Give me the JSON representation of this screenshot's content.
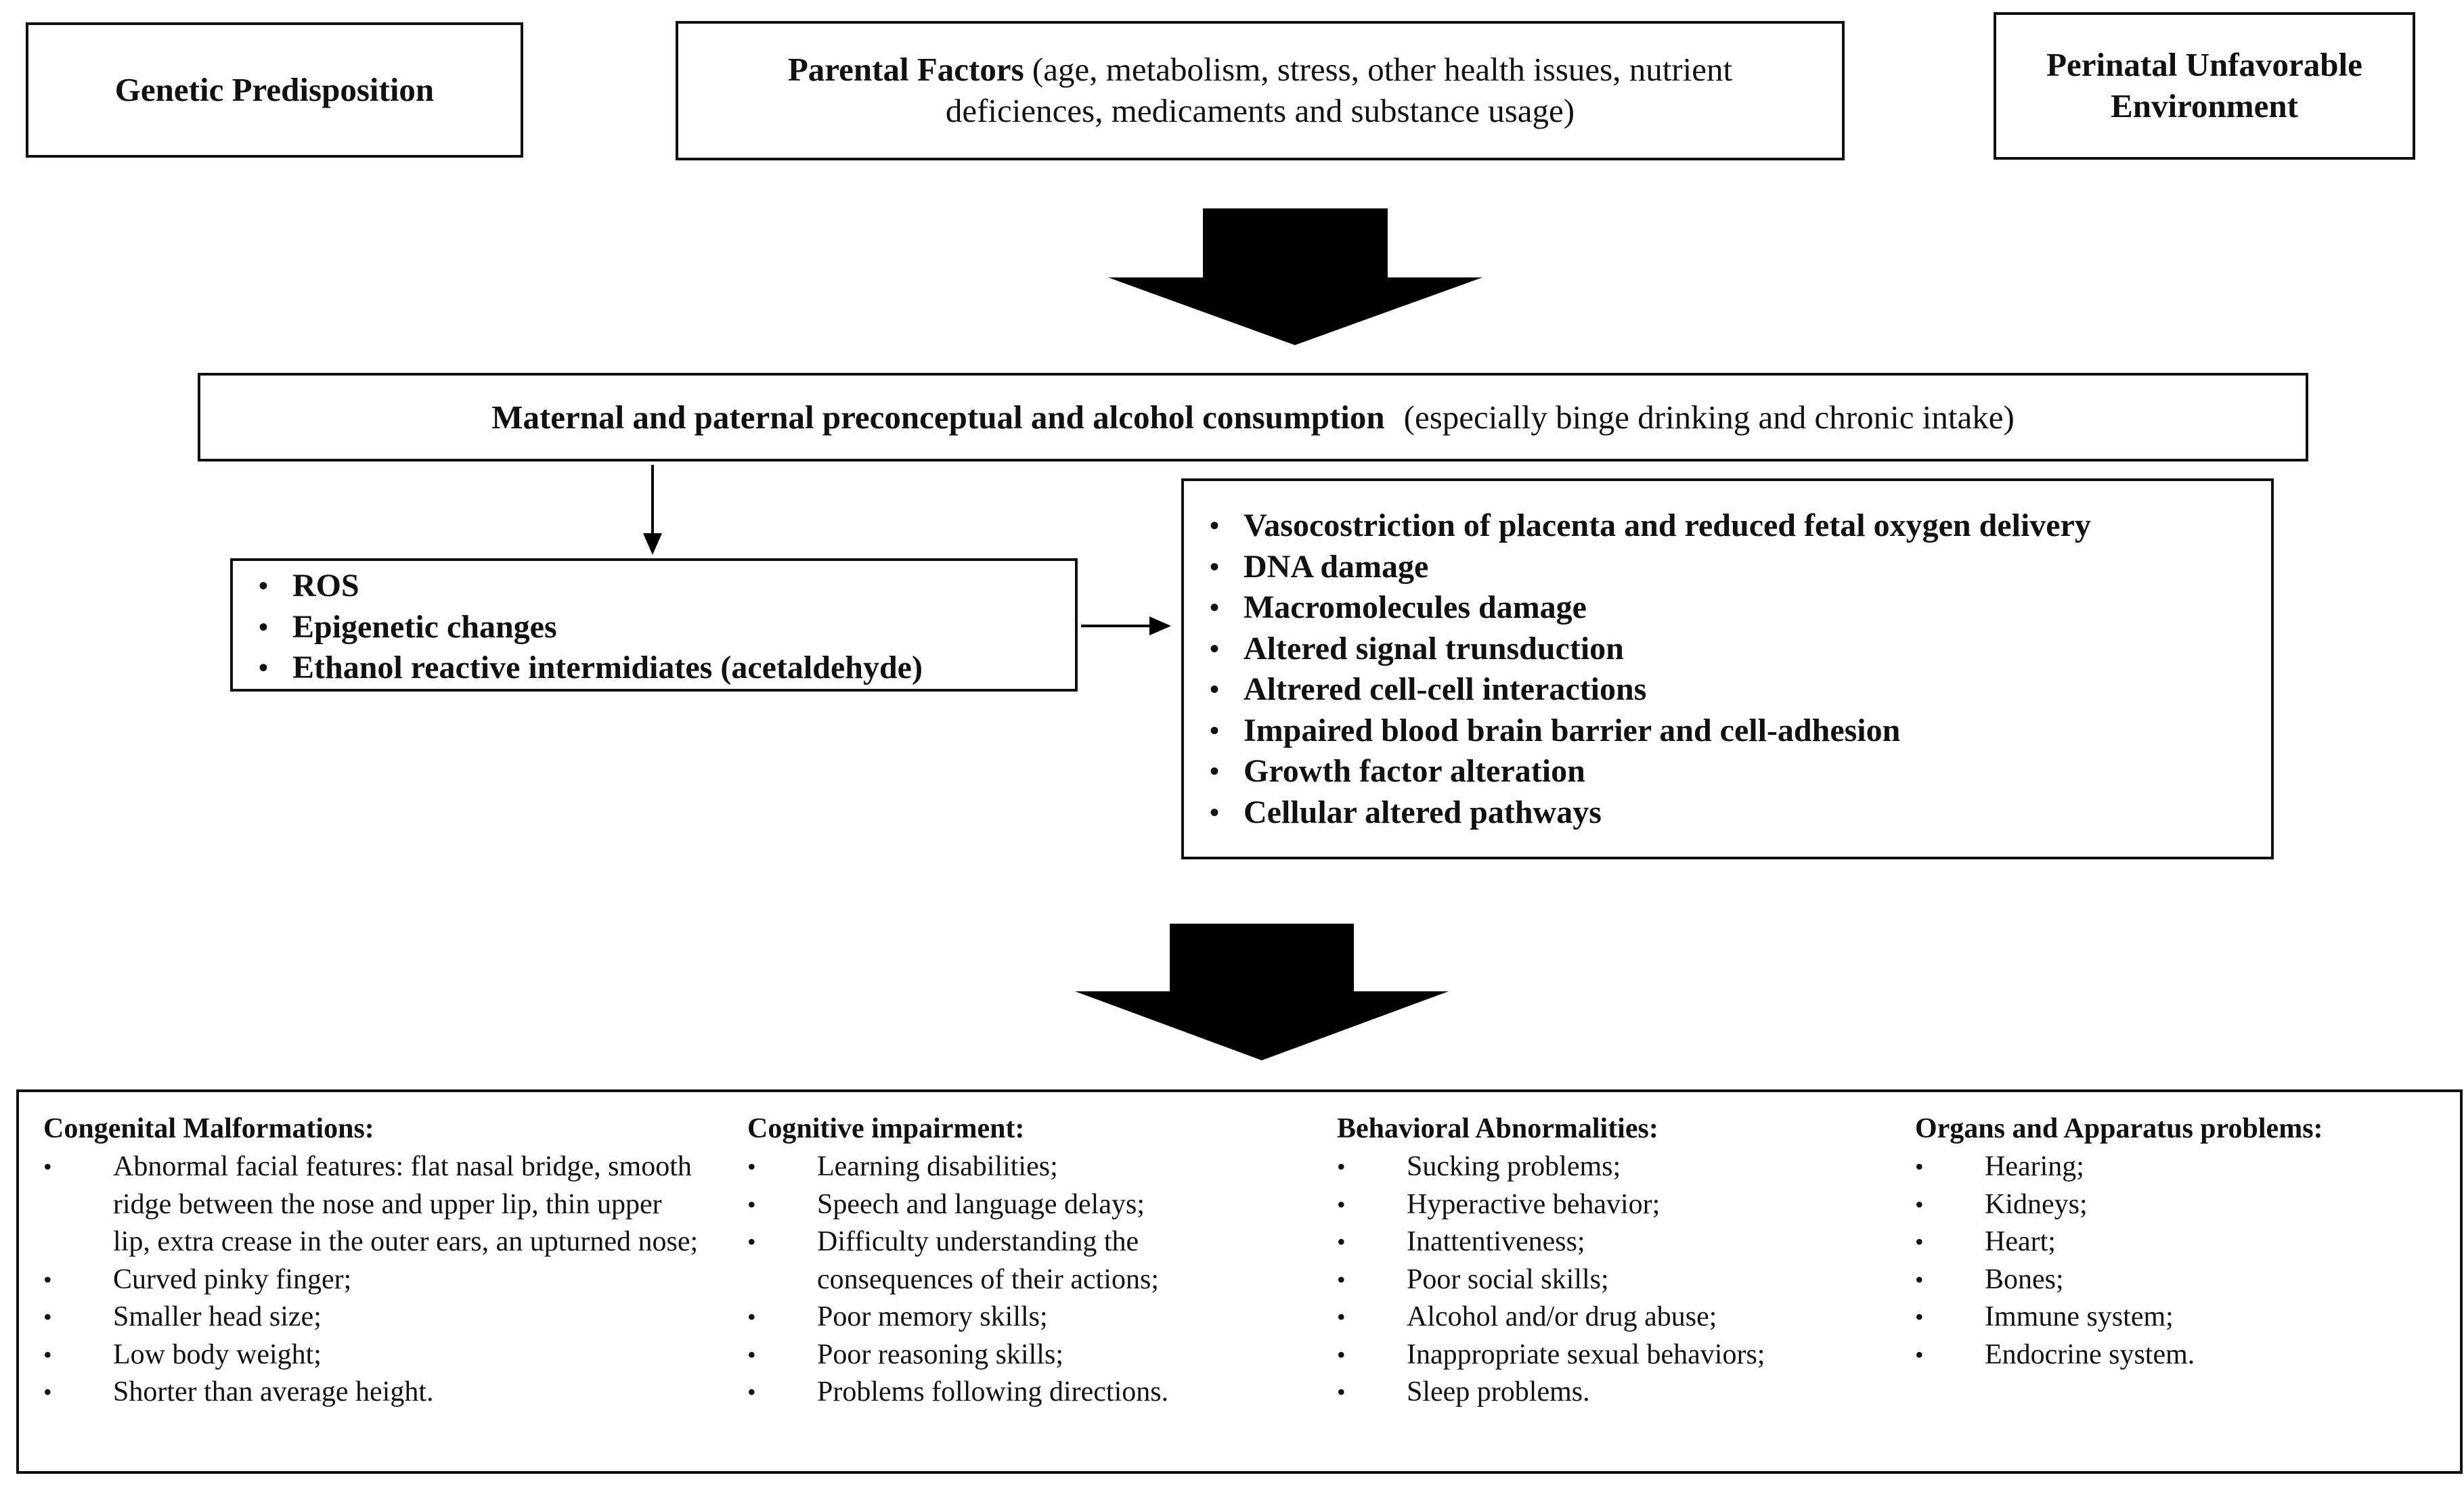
{
  "top_factors": {
    "genetic": "Genetic Predisposition",
    "parental_title": "Parental Factors",
    "parental_detail": "(age, metabolism, stress, other health issues, nutrient deficiences, medicaments and substance usage)",
    "perinatal": "Perinatal Unfavorable Environment"
  },
  "consumption": {
    "title": "Maternal and paternal preconceptual and alcohol consumption",
    "detail": "(especially binge drinking and chronic intake)"
  },
  "primary_effects": [
    "ROS",
    "Epigenetic changes",
    "Ethanol reactive intermidiates (acetaldehyde)"
  ],
  "secondary_effects": [
    "Vasocostriction of placenta and reduced fetal oxygen delivery",
    "DNA damage",
    "Macromolecules damage",
    "Altered signal trunsduction",
    "Altrered cell-cell interactions",
    "Impaired blood brain barrier and cell-adhesion",
    "Growth factor alteration",
    "Cellular altered pathways"
  ],
  "outcomes": {
    "congenital": {
      "title": "Congenital Malformations:",
      "items": [
        "Abnormal facial features: flat nasal bridge, smooth ridge between the nose and upper lip, thin upper lip, extra crease in the outer ears, an upturned nose;",
        "Curved pinky finger;",
        "Smaller head size;",
        "Low body weight;",
        "Shorter than average height."
      ]
    },
    "cognitive": {
      "title": "Cognitive impairment:",
      "items": [
        "Learning disabilities;",
        "Speech and language delays;",
        "Difficulty understanding the consequences of their actions;",
        "Poor memory skills;",
        "Poor reasoning skills;",
        "Problems following directions."
      ]
    },
    "behavioral": {
      "title": "Behavioral Abnormalities:",
      "items": [
        "Sucking problems;",
        "Hyperactive behavior;",
        "Inattentiveness;",
        "Poor social skills;",
        "Alcohol and/or drug abuse;",
        "Inappropriate sexual behaviors;",
        "Sleep problems."
      ]
    },
    "organs": {
      "title": "Organs and Apparatus problems:",
      "items": [
        "Hearing;",
        "Kidneys;",
        "Heart;",
        "Bones;",
        "Immune system;",
        "Endocrine system."
      ]
    }
  }
}
